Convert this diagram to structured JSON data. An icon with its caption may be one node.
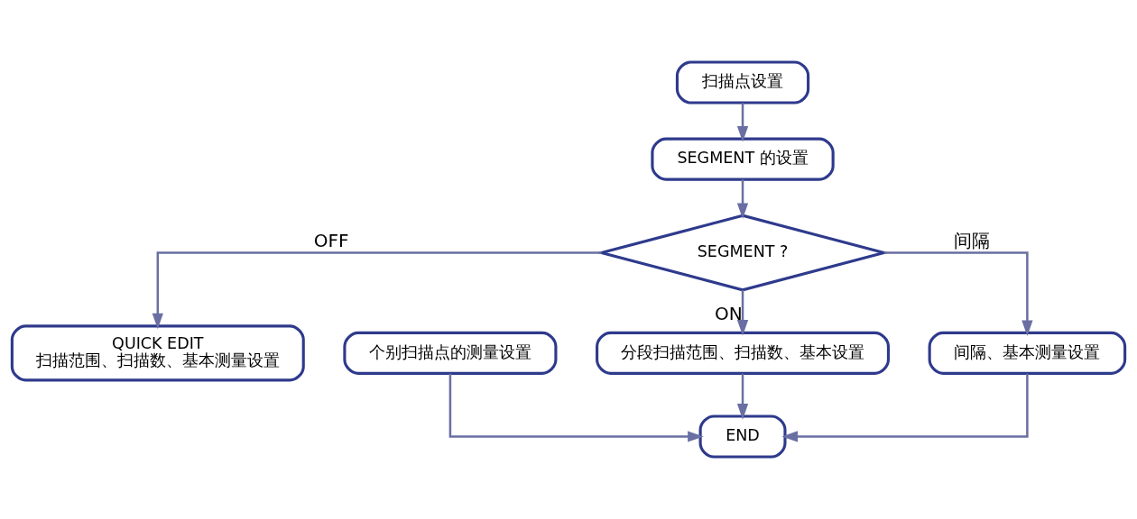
{
  "diagram": {
    "nodes": [
      {
        "text": [
          "扫描点设置"
        ]
      },
      {
        "text": [
          "SEGMENT 的设置"
        ]
      },
      {
        "text": [
          "SEGMENT ?"
        ]
      },
      {
        "text": [
          "QUICK EDIT",
          "扫描范围、扫描数、基本测量设置"
        ]
      },
      {
        "text": [
          "个别扫描点的测量设置"
        ]
      },
      {
        "text": [
          "分段扫描范围、扫描数、基本设置"
        ]
      },
      {
        "text": [
          "间隔、基本测量设置"
        ]
      },
      {
        "text": [
          "END"
        ]
      }
    ],
    "edges": [
      {
        "from": 0,
        "to": 1,
        "arrow": "to"
      },
      {
        "from": 1,
        "to": 2,
        "arrow": "to"
      },
      {
        "from": 2,
        "to": 3,
        "arrow": "to",
        "label": "OFF"
      },
      {
        "from": 2,
        "to": 5,
        "arrow": "to",
        "label": "ON"
      },
      {
        "from": 2,
        "to": 6,
        "arrow": "to",
        "label": "间隔"
      },
      {
        "from": 4,
        "to": 7,
        "arrow": "to"
      },
      {
        "from": 5,
        "to": 7,
        "arrow": "to"
      },
      {
        "from": 6,
        "to": 7,
        "arrow": "to"
      }
    ]
  }
}
